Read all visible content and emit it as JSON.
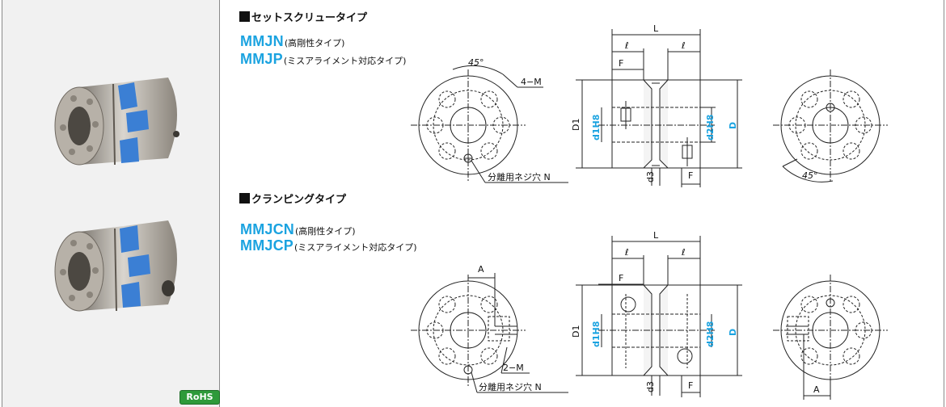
{
  "badge": {
    "rohs": "RoHS"
  },
  "section1": {
    "heading": "セットスクリュータイプ",
    "models": [
      {
        "code": "MMJN",
        "note": "(高剛性タイプ)"
      },
      {
        "code": "MMJP",
        "note": "(ミスアライメント対応タイプ)"
      }
    ],
    "labels": {
      "angle_left": "45°",
      "hole_count": "4−M",
      "separation_screw": "分離用ネジ穴 N",
      "L": "L",
      "l_left": "ℓ",
      "l_right": "ℓ",
      "F_top": "F",
      "F_bottom": "F",
      "D1": "D1",
      "d1": "d1H8",
      "d2": "d2H8",
      "D": "D",
      "d3": "d3",
      "angle_right": "45°"
    }
  },
  "section2": {
    "heading": "クランピングタイプ",
    "models": [
      {
        "code": "MMJCN",
        "note": "(高剛性タイプ)"
      },
      {
        "code": "MMJCP",
        "note": "(ミスアライメント対応タイプ)"
      }
    ],
    "labels": {
      "A_left": "A",
      "hole_count": "2−M",
      "separation_screw": "分離用ネジ穴 N",
      "L": "L",
      "l_left": "ℓ",
      "l_right": "ℓ",
      "F_top": "F",
      "F_bottom": "F",
      "D1": "D1",
      "d1": "d1H8",
      "d2": "d2H8",
      "D": "D",
      "d3": "d3",
      "A_right": "A"
    }
  },
  "colors": {
    "accent": "#1ba3e0",
    "rohs": "#2e9a3a",
    "panel": "#f1f1f1",
    "jaw": "#3b7fd4"
  }
}
